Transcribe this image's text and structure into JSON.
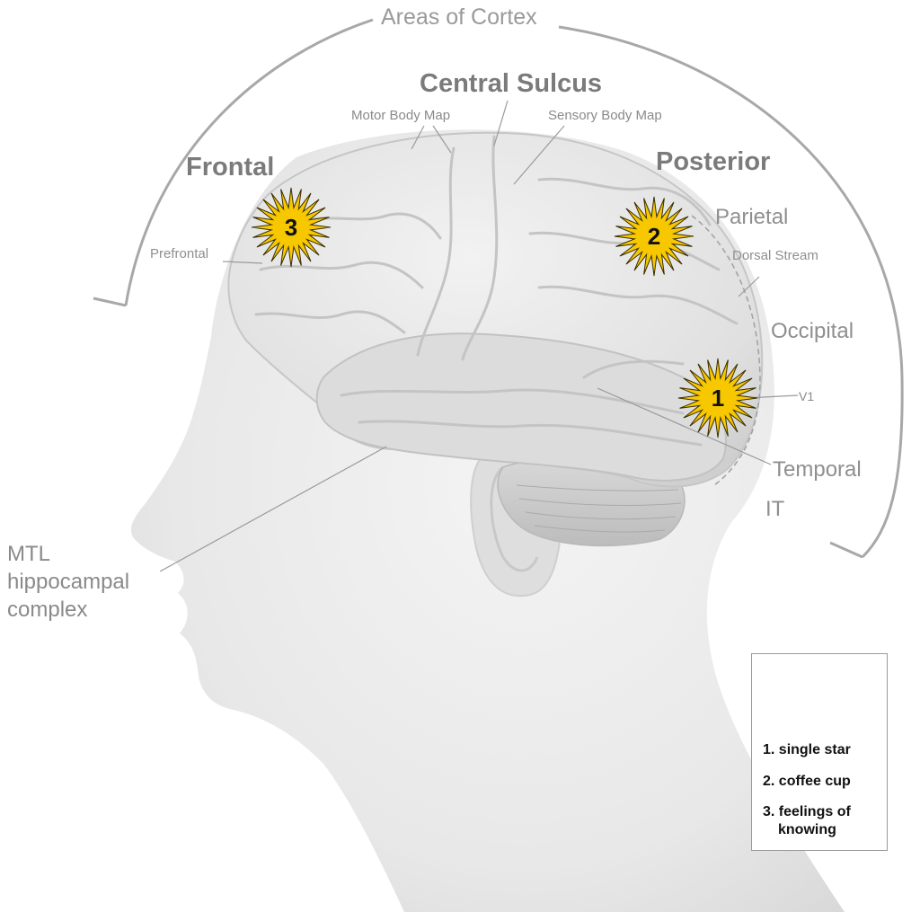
{
  "title": "Areas of Cortex",
  "labels": {
    "central_sulcus": "Central Sulcus",
    "frontal": "Frontal",
    "posterior": "Posterior",
    "motor_body_map": "Motor Body Map",
    "sensory_body_map": "Sensory Body Map",
    "prefrontal": "Prefrontal",
    "parietal": "Parietal",
    "dorsal_stream": "Dorsal Stream",
    "occipital": "Occipital",
    "v1": "V1",
    "temporal": "Temporal",
    "it": "IT",
    "mtl_line1": "MTL",
    "mtl_line2": "hippocampal",
    "mtl_line3": "complex"
  },
  "markers": [
    {
      "number": "1",
      "region": "V1"
    },
    {
      "number": "2",
      "region": "Parietal"
    },
    {
      "number": "3",
      "region": "Prefrontal"
    }
  ],
  "legend": {
    "items": [
      {
        "text": "1. single star"
      },
      {
        "text": "2. coffee cup"
      },
      {
        "text_line1": "3. feelings of",
        "text_line2": "knowing"
      }
    ]
  },
  "colors": {
    "star_fill": "#f7c800",
    "star_stroke": "#3a2e00",
    "label_gray": "#8a8a8a",
    "bracket_gray": "#a8a8a8",
    "head_fill": "#ececec",
    "brain_fill": "#e2e2e2"
  },
  "icons": {
    "marker": "starburst-icon",
    "legend": "starburst-icon"
  }
}
